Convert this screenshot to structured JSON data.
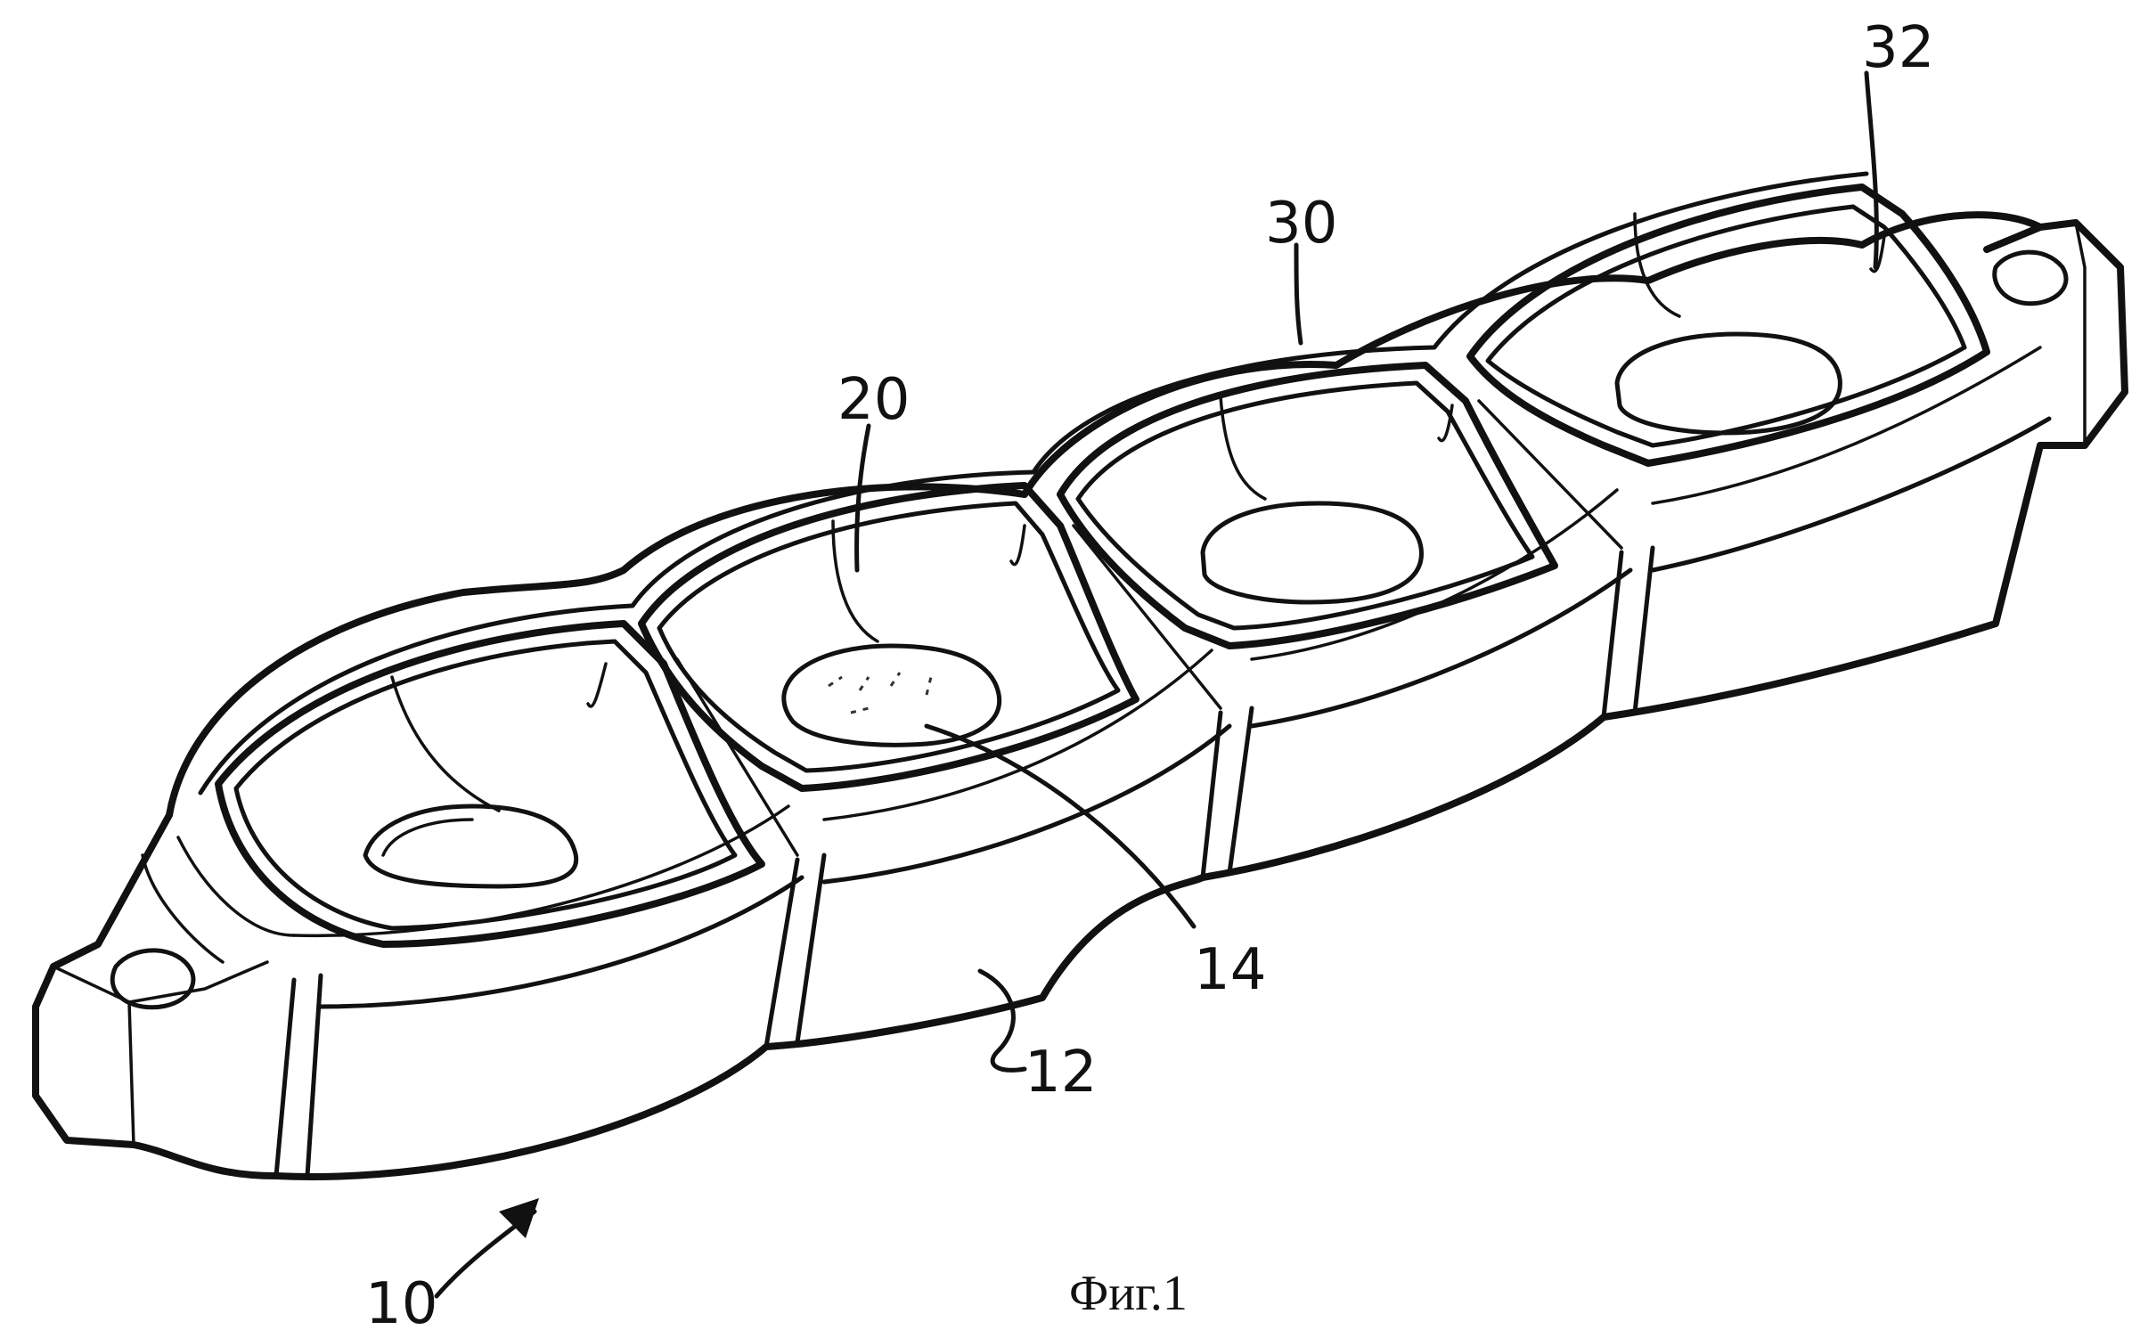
{
  "figure": {
    "caption": "Фиг.1",
    "labels": {
      "tray": "10",
      "side_wall": "12",
      "marking": "14",
      "cavity_second": "20",
      "rim": "30",
      "cavity_fourth": "32"
    }
  }
}
